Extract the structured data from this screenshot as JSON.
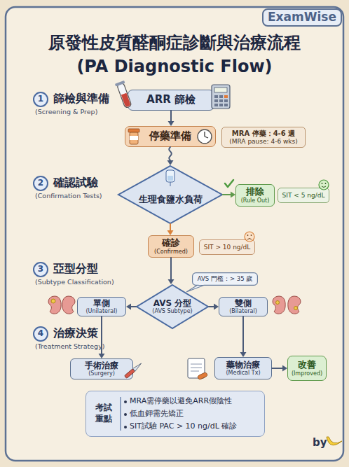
{
  "diagram": {
    "title": "原發性皮質醛酮症診斷與治療流程 (PA Diagnostic Flow)",
    "nodes": [
      {
        "text": [
          "ExamWise"
        ]
      },
      {
        "text": [
          "1",
          "篩檢與準備",
          "(Screening & Prep)"
        ]
      },
      {
        "text": [
          "ARR 篩檢"
        ]
      },
      {
        "text": [
          "停藥準備"
        ]
      },
      {
        "text": [
          "MRA 停藥：4-6 週",
          "(MRA pause: 4-6 wks)"
        ]
      },
      {
        "text": [
          "2",
          "確認試驗",
          "(Confirmation Tests)"
        ]
      },
      {
        "text": [
          "生理食鹽水負荷"
        ]
      },
      {
        "text": [
          "排除",
          "(Rule Out)"
        ]
      },
      {
        "text": [
          "SIT < 5 ng/dL"
        ]
      },
      {
        "text": [
          "確診",
          "(Confirmed)"
        ]
      },
      {
        "text": [
          "SIT > 10 ng/dL"
        ]
      },
      {
        "text": [
          "3",
          "亞型分型",
          "(Subtype Classification)"
        ]
      },
      {
        "text": [
          "AVS 門檻：> 35 歲"
        ]
      },
      {
        "text": [
          "單側",
          "(Unilateral)"
        ]
      },
      {
        "text": [
          "AVS 分型",
          "(AVS Subtype)"
        ]
      },
      {
        "text": [
          "雙側",
          "(Bilateral)"
        ]
      },
      {
        "text": [
          "4",
          "治療決策",
          "(Treatment Strategy)"
        ]
      },
      {
        "text": [
          "手術治療",
          "(Surgery)"
        ]
      },
      {
        "text": [
          "藥物治療",
          "(Medical Tx)"
        ]
      },
      {
        "text": [
          "改善",
          "(Improved)"
        ]
      },
      {
        "text": [
          "考試 重點",
          "MRA需停藥以避免ARR假陰性",
          "低血鉀需先矯正",
          "SIT試驗 PAC > 10 ng/dL 確診"
        ]
      }
    ],
    "edges": [
      {
        "from": 2,
        "to": 3,
        "arrow": "to"
      },
      {
        "from": 3,
        "to": 6,
        "arrow": "to"
      },
      {
        "from": 6,
        "to": 7,
        "arrow": "to"
      },
      {
        "from": 6,
        "to": 9,
        "arrow": "to"
      },
      {
        "from": 9,
        "to": 14,
        "arrow": "to"
      },
      {
        "from": 14,
        "to": 13,
        "arrow": "to"
      },
      {
        "from": 14,
        "to": 15,
        "arrow": "to"
      },
      {
        "from": 13,
        "to": 17,
        "arrow": "to"
      },
      {
        "from": 15,
        "to": 18,
        "arrow": "to"
      },
      {
        "from": 18,
        "to": 19,
        "arrow": "to"
      }
    ],
    "labels": [
      "by"
    ]
  }
}
